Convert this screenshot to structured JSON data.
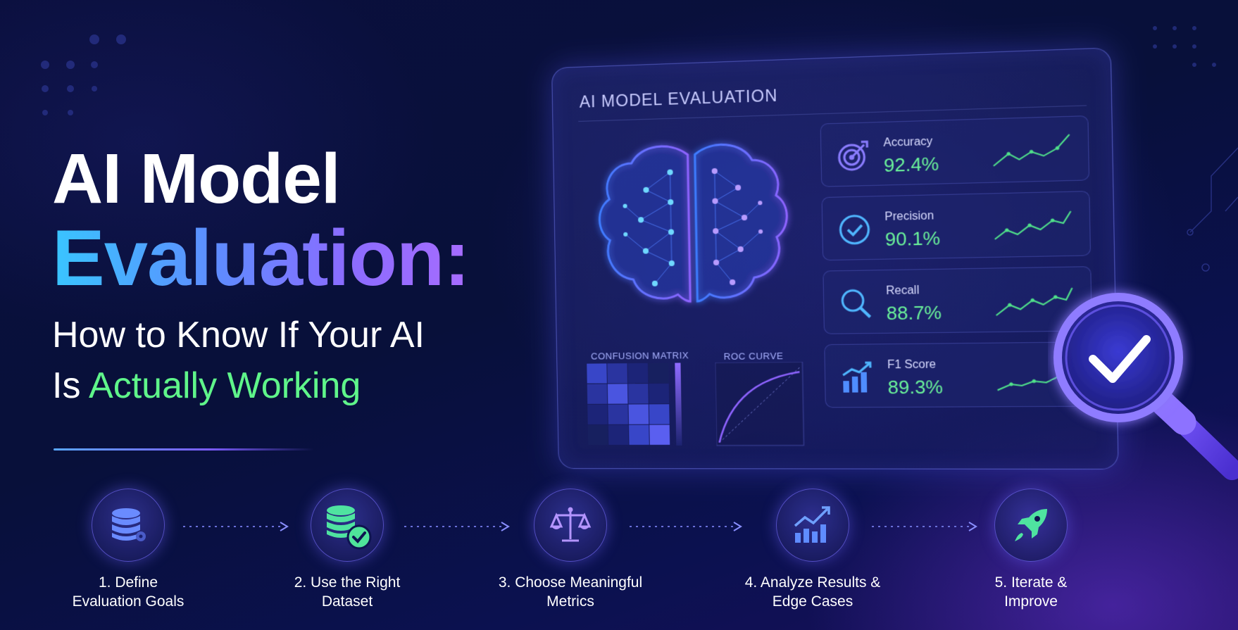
{
  "headline": {
    "line1": "AI Model",
    "line2": "Evaluation:",
    "line3": "How to Know If Your AI",
    "line4_prefix": "Is ",
    "line4_highlight": "Actually Working"
  },
  "panel": {
    "title": "AI MODEL EVALUATION",
    "confusion_matrix_label": "CONFUSION MATRIX",
    "roc_curve_label": "ROC CURVE",
    "metrics": [
      {
        "name": "Accuracy",
        "value": "92.4%",
        "icon": "target-icon"
      },
      {
        "name": "Precision",
        "value": "90.1%",
        "icon": "check-circle-icon"
      },
      {
        "name": "Recall",
        "value": "88.7%",
        "icon": "search-icon"
      },
      {
        "name": "F1 Score",
        "value": "89.3%",
        "icon": "bar-chart-icon"
      }
    ]
  },
  "steps": [
    {
      "label_line1": "1. Define",
      "label_line2": "Evaluation Goals",
      "icon": "database-icon"
    },
    {
      "label_line1": "2. Use the Right",
      "label_line2": "Dataset",
      "icon": "database-check-icon"
    },
    {
      "label_line1": "3. Choose Meaningful",
      "label_line2": "Metrics",
      "icon": "scale-icon"
    },
    {
      "label_line1": "4. Analyze Results &",
      "label_line2": "Edge Cases",
      "icon": "growth-chart-icon"
    },
    {
      "label_line1": "5. Iterate &",
      "label_line2": "Improve",
      "icon": "rocket-icon"
    }
  ],
  "colors": {
    "accent_green": "#5ff58a",
    "accent_blue": "#39c5ff",
    "accent_purple": "#8a6cff",
    "background": "#0a0f3d"
  }
}
